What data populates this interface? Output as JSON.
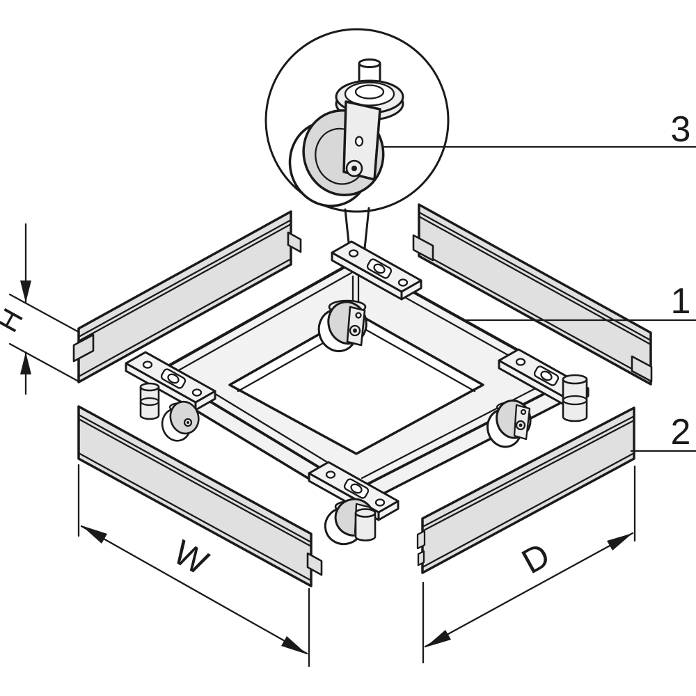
{
  "labels": {
    "callout_1": "1",
    "callout_2": "2",
    "callout_3": "3",
    "dim_width": "W",
    "dim_depth": "D",
    "dim_height": "H"
  },
  "colors": {
    "line": "#1a1a1a",
    "panel_fill": "#e0e0e0",
    "metal_fill": "#f2f2f2",
    "wheel_fill": "#d8d8d8",
    "detail_fill": "#ededed",
    "background": "#ffffff"
  }
}
